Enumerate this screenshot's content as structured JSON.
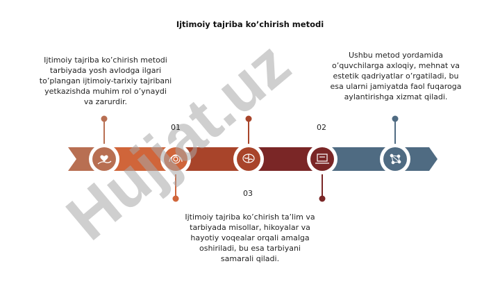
{
  "title": "Ijtimoiy tajriba ko’chirish metodi",
  "steps": {
    "s1": {
      "text": "Ijtimoiy tajriba ko’chirish metodi\ntarbiyada yosh avlodga ilgari\nto’plangan ijtimoiy-tarixiy tajribani\nyetkazishda muhim rol o’ynaydi\nva zarurdir."
    },
    "s2": {
      "text": "Ushbu metod yordamida\no’quvchilarga axloqiy, mehnat va\nestetik qadriyatlar o’rgatiladi, bu\nesa ularni jamiyatda faol fuqaroga\naylantirishga xizmat qiladi."
    },
    "s3": {
      "text": "Ijtimoiy tajriba ko’chirish ta’lim va\ntarbiyada misollar, hikoyalar va\nhayotiy voqealar orqali amalga\noshiriladi, bu esa tarbiyani\nsamarali qiladi."
    }
  },
  "numbers": {
    "n1": "01",
    "n2": "02",
    "n3": "03"
  },
  "icons": [
    "hand-care-icon",
    "fingerprint-icon",
    "brain-icon",
    "laptop-icon",
    "network-icon"
  ],
  "colors": {
    "seg1": "#b86f52",
    "seg2": "#d0653a",
    "seg3": "#a8442a",
    "seg4": "#7a2626",
    "seg5": "#4f6b82"
  },
  "watermark": "Hujjat.uz"
}
